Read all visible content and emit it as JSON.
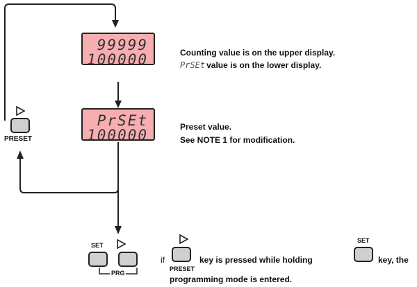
{
  "display1": {
    "upper": "99999",
    "lower": "100000"
  },
  "display2": {
    "upper": "PrSEt",
    "lower": "100000"
  },
  "desc1": {
    "line1": "Counting value is on the upper display.",
    "seg": "PrSEt",
    "line2": "value is on the lower display."
  },
  "desc2": {
    "line1": "Preset value.",
    "line2": "See  NOTE 1 for modification."
  },
  "left_key_label": "PRESET",
  "bottom": {
    "set_label": "SET",
    "prg_label": "PRG",
    "if": "if",
    "preset_label": "PRESET",
    "text1": "key is pressed while holding",
    "set_label2": "SET",
    "text2": "key, the",
    "text3": "programming mode is entered."
  }
}
